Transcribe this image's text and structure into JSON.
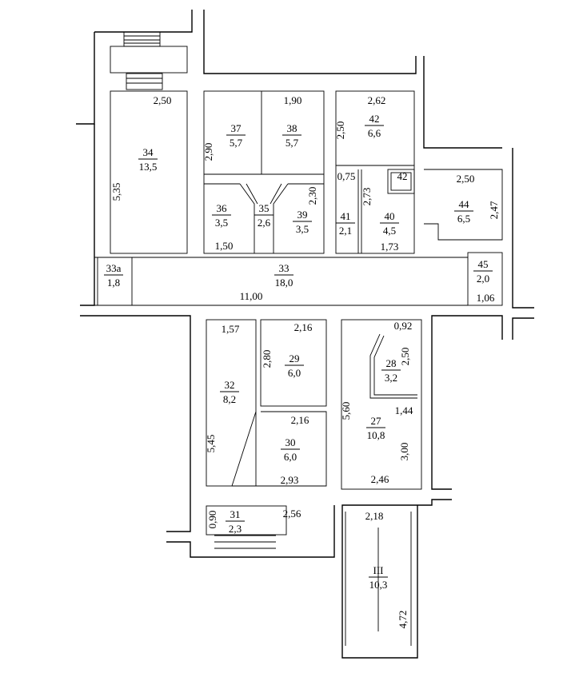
{
  "rooms": [
    {
      "id": "34",
      "area": "13,5"
    },
    {
      "id": "37",
      "area": "5,7"
    },
    {
      "id": "38",
      "area": "5,7"
    },
    {
      "id": "42",
      "area": "6,6"
    },
    {
      "id": "36",
      "area": "3,5"
    },
    {
      "id": "35",
      "area": "2,6"
    },
    {
      "id": "39",
      "area": "3,5"
    },
    {
      "id": "41",
      "area": "2,1"
    },
    {
      "id": "40",
      "area": "4,5"
    },
    {
      "id": "42",
      "area": ""
    },
    {
      "id": "44",
      "area": "6,5"
    },
    {
      "id": "33а",
      "area": "1,8"
    },
    {
      "id": "33",
      "area": "18,0"
    },
    {
      "id": "45",
      "area": "2,0"
    },
    {
      "id": "29",
      "area": "6,0"
    },
    {
      "id": "28",
      "area": "3,2"
    },
    {
      "id": "32",
      "area": "8,2"
    },
    {
      "id": "30",
      "area": "6,0"
    },
    {
      "id": "27",
      "area": "10,8"
    },
    {
      "id": "31",
      "area": "2,3"
    },
    {
      "id": "III",
      "area": "10,3"
    }
  ],
  "dimensions": [
    "2,50",
    "5,35",
    "1,90",
    "2,62",
    "2,90",
    "2,50",
    "0,75",
    "2,73",
    "2,30",
    "1,50",
    "1,73",
    "2,50",
    "2,47",
    "11,00",
    "1,06",
    "1,57",
    "2,16",
    "0,92",
    "2,80",
    "2,50",
    "5,45",
    "1,44",
    "5,60",
    "2,16",
    "3,00",
    "2,93",
    "2,46",
    "0,90",
    "2,56",
    "2,18",
    "4,72"
  ]
}
